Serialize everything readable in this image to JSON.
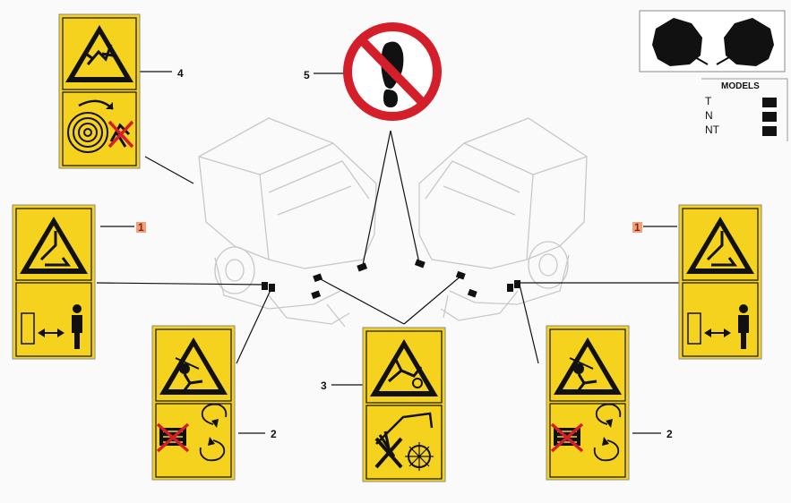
{
  "callouts": {
    "c1_left": "1",
    "c1_right": "1",
    "c2_left": "2",
    "c2_right": "2",
    "c3": "3",
    "c4": "4",
    "c5": "5"
  },
  "models": {
    "title": "MODELS",
    "rows": [
      "T",
      "N",
      "NT"
    ]
  },
  "icons": {
    "decal_4": "rotating-bale-entanglement-warning",
    "decal_1": "crush-hazard-keep-distance",
    "decal_2": "rotating-rollers-hand-hazard",
    "decal_3": "pickup-entanglement-hazard",
    "decal_5": "no-step"
  },
  "colors": {
    "decal_yellow": "#f5d21e",
    "prohibition_red": "#d41e2a"
  }
}
